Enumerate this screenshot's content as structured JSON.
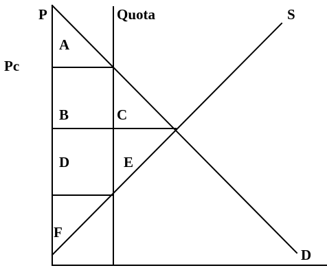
{
  "diagram": {
    "axis_labels": {
      "price": "P",
      "price_ceiling": "Pc"
    },
    "curve_labels": {
      "quota": "Quota",
      "supply": "S",
      "demand": "D"
    },
    "region_labels": {
      "a": "A",
      "b": "B",
      "c": "C",
      "d": "D",
      "e": "E",
      "f": "F"
    },
    "colors": {
      "line": "#000000",
      "background": "#ffffff"
    }
  }
}
